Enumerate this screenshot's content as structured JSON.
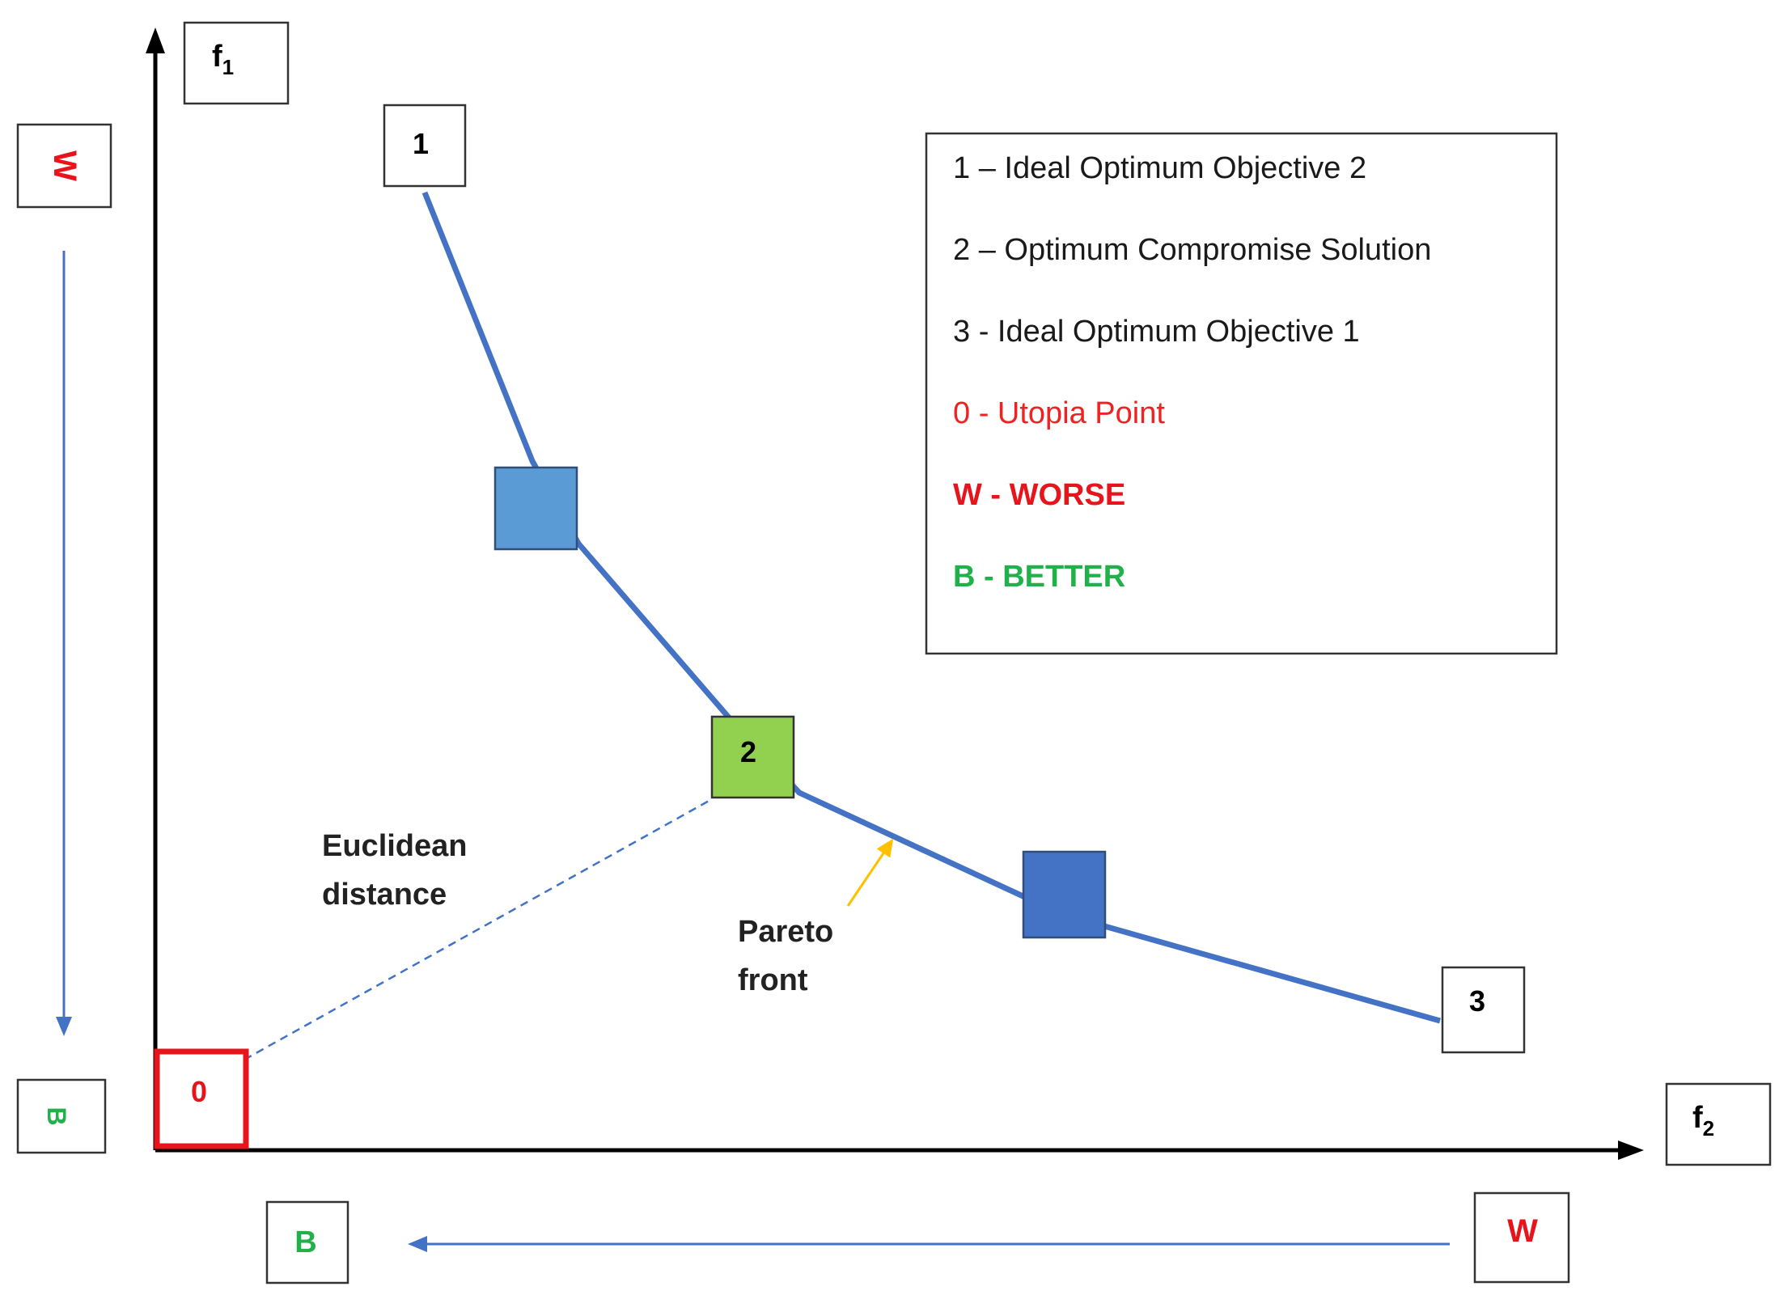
{
  "axes": {
    "y_label_base": "f",
    "y_label_sub": "1",
    "x_label_base": "f",
    "x_label_sub": "2"
  },
  "points": {
    "p1": "1",
    "p2": "2",
    "p3": "3",
    "p0": "0"
  },
  "direction": {
    "vertical_worse": "W",
    "vertical_better": "B",
    "horizontal_better": "B",
    "horizontal_worse": "W"
  },
  "annotations": {
    "euclidean_line1": "Euclidean",
    "euclidean_line2": "distance",
    "pareto_line1": "Pareto",
    "pareto_line2": "front"
  },
  "legend": {
    "items": [
      {
        "text": "1 – Ideal Optimum Objective 2",
        "color": "#1a1a1a",
        "bold": false
      },
      {
        "text": "2 – Optimum Compromise Solution",
        "color": "#1a1a1a",
        "bold": false
      },
      {
        "text": "3 - Ideal Optimum Objective 1",
        "color": "#1a1a1a",
        "bold": false
      },
      {
        "text": "0 -  Utopia Point",
        "color": "#ee2222",
        "bold": false
      },
      {
        "text": "W - WORSE",
        "color": "#e8141c",
        "bold": true
      },
      {
        "text": "B - BETTER",
        "color": "#22b04b",
        "bold": true
      }
    ]
  },
  "colors": {
    "pareto_line": "#4472c4",
    "arrow_blue": "#4472c4",
    "square_light_blue": "#5b9bd5",
    "square_dark_blue": "#4472c4",
    "square_green": "#92d050",
    "worse_red": "#e8141c",
    "better_green": "#22b04b",
    "pareto_arrow": "#ffc000"
  }
}
